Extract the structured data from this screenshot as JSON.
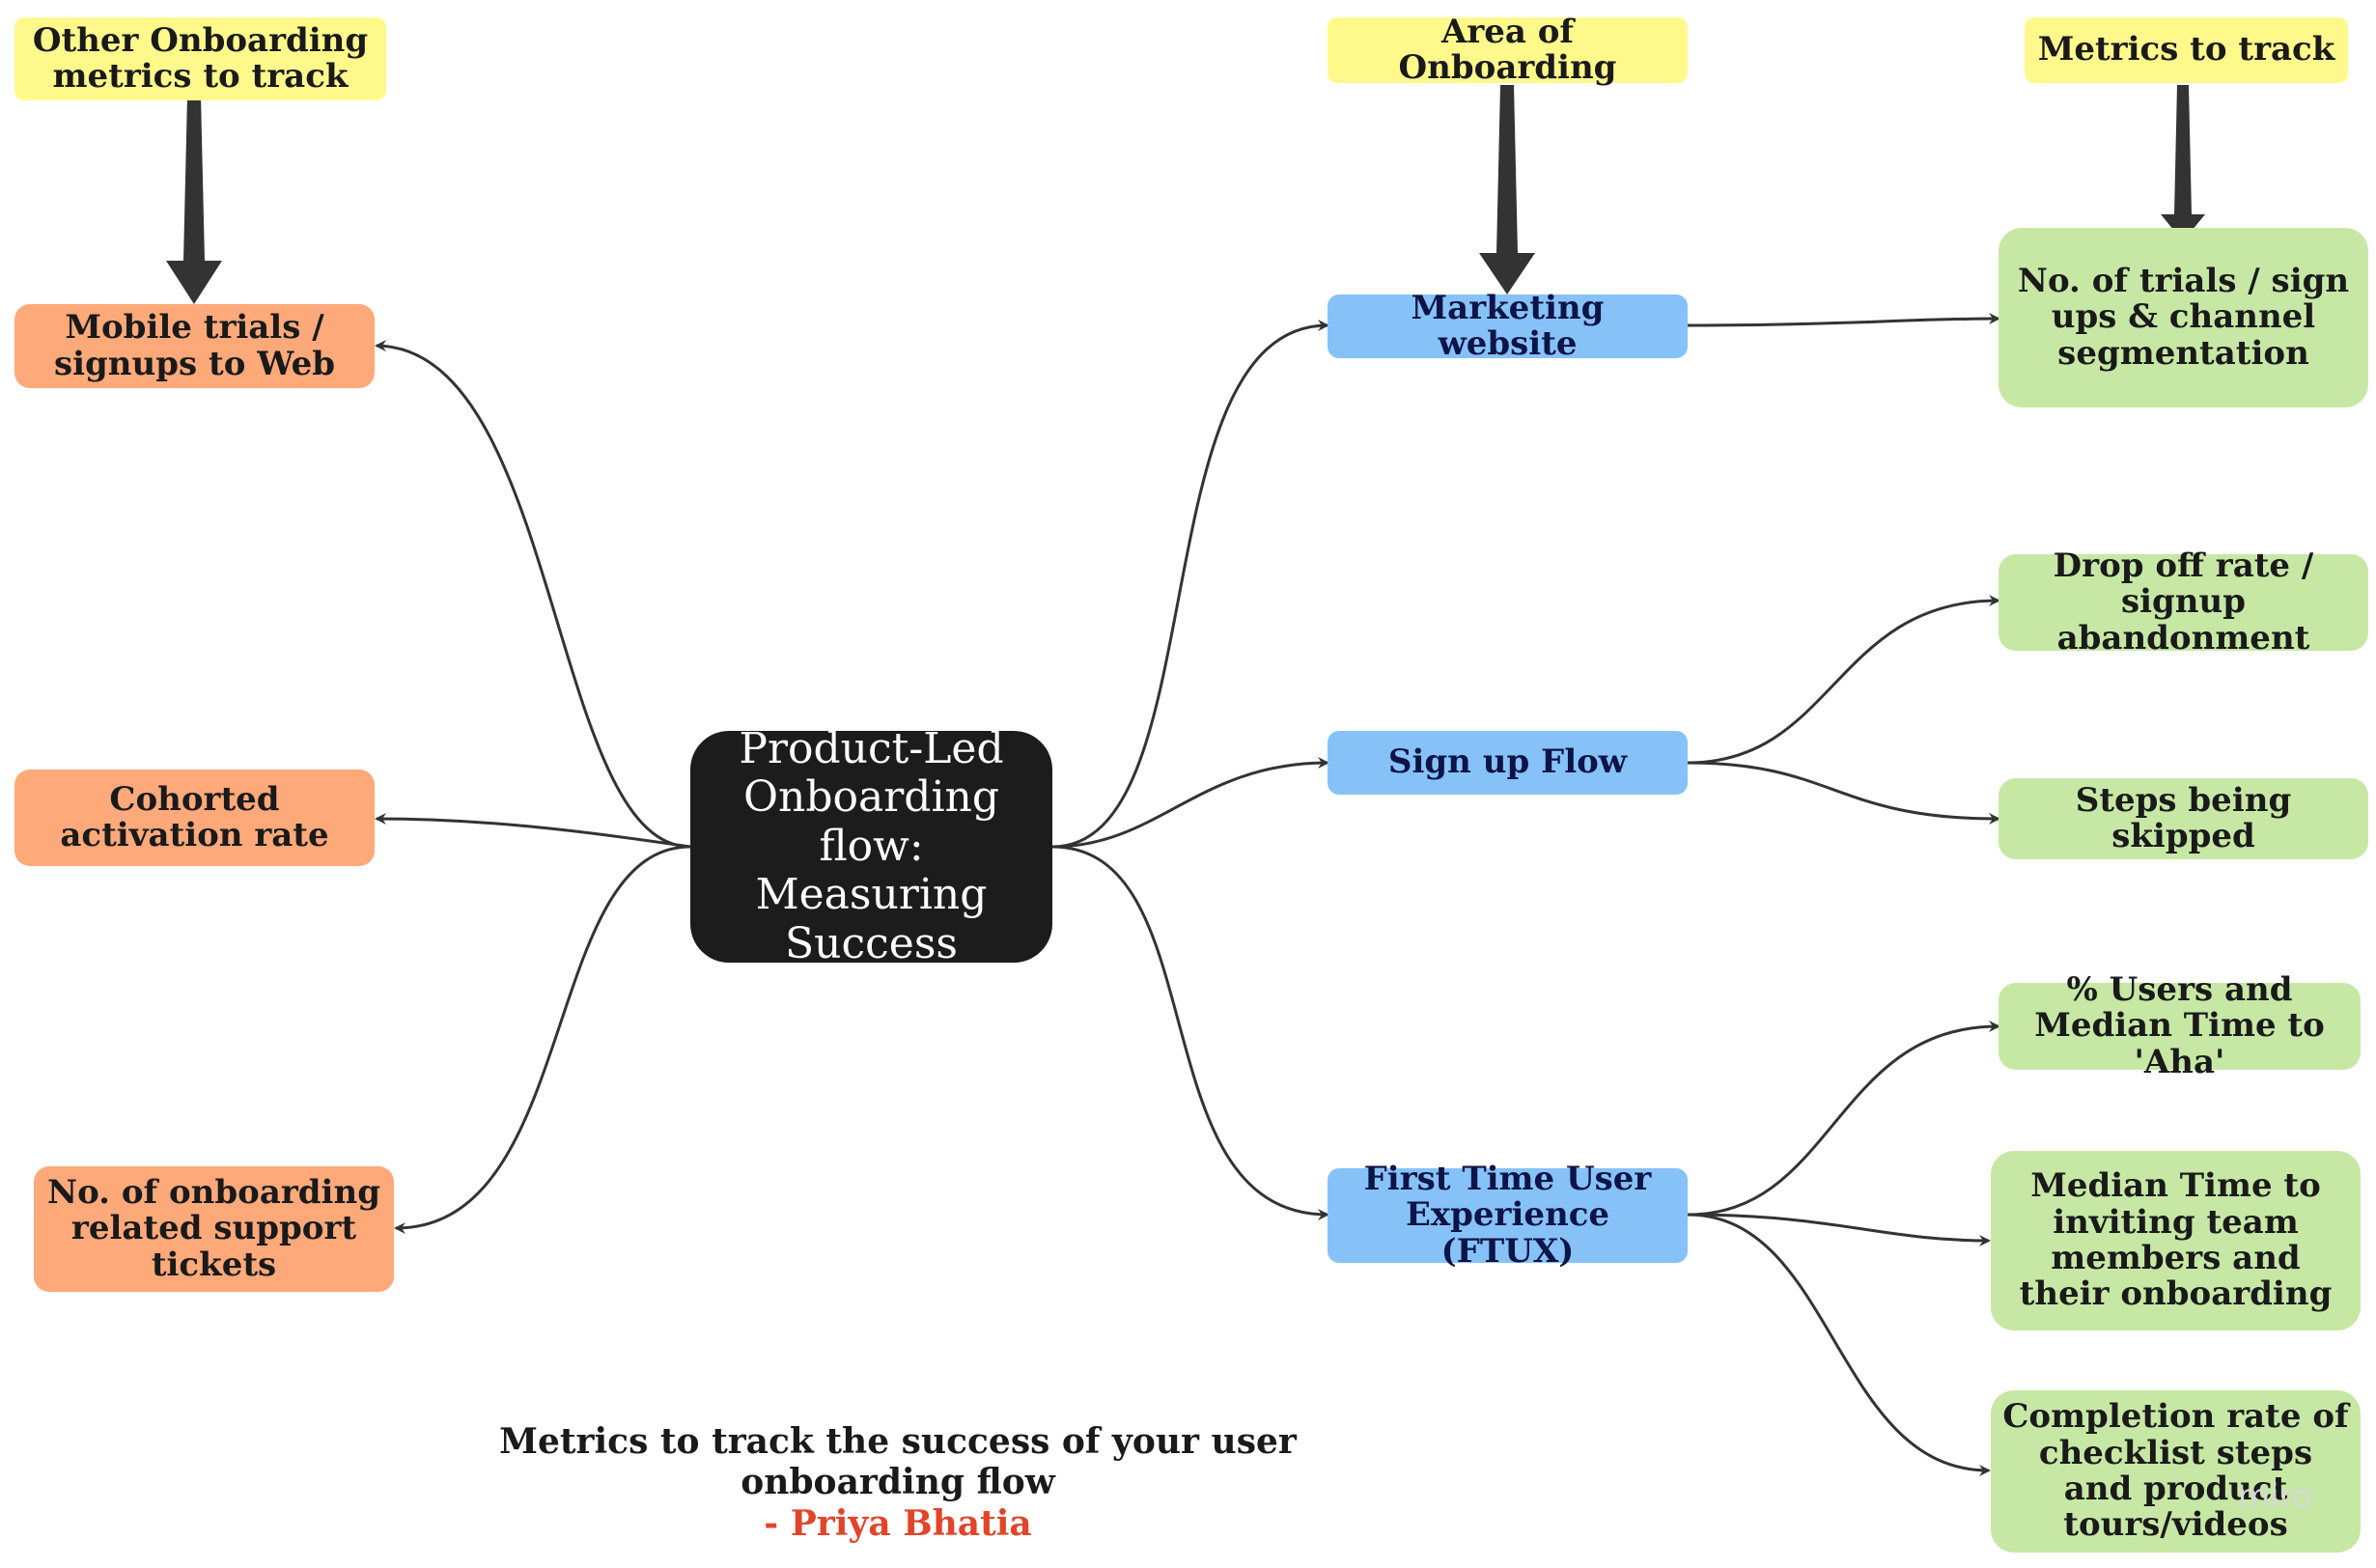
{
  "headers": {
    "other_metrics": "Other Onboarding metrics to track",
    "area": "Area of Onboarding",
    "metrics": "Metrics to track"
  },
  "center": {
    "label": "Product-Led Onboarding flow: Measuring Success"
  },
  "other_metrics": [
    "Mobile trials / signups to Web",
    "Cohorted activation rate",
    "No. of onboarding related support tickets"
  ],
  "areas": [
    "Marketing website",
    "Sign up Flow",
    "First Time User Experience (FTUX)"
  ],
  "metrics": [
    "No. of trials / sign ups  & channel segmentation",
    "Drop off rate / signup abandonment",
    "Steps being skipped",
    "% Users and Median Time to 'Aha'",
    "Median Time to inviting team members and their onboarding",
    "Completion rate of checklist steps and product tours/videos"
  ],
  "caption": {
    "text": "Metrics to track the success of your user onboarding flow",
    "author": "- Priya Bhatia"
  },
  "watermark": "miro",
  "colors": {
    "header": "#fff98c",
    "other_metric": "#fda97a",
    "area": "#86c2f7",
    "metric": "#c7e8a5",
    "center": "#1c1c1c",
    "author": "#e0452a"
  }
}
